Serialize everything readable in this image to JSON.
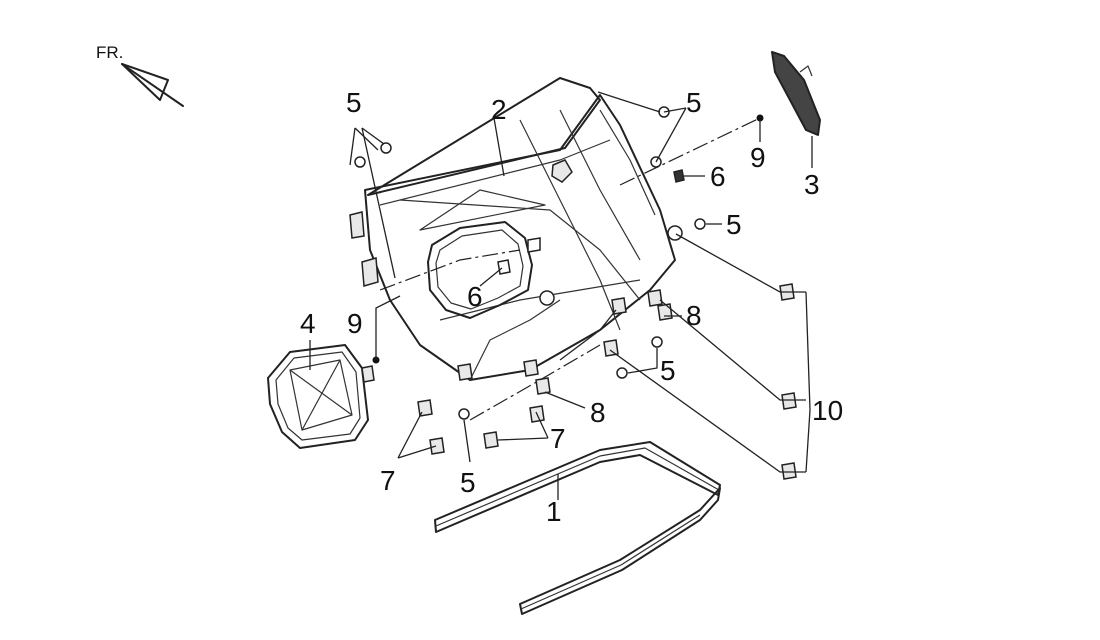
{
  "orientation": {
    "text": "FR."
  },
  "callouts": {
    "c1": "1",
    "c2": "2",
    "c3": "3",
    "c4": "4",
    "c5a": "5",
    "c5b": "5",
    "c5c": "5",
    "c5d": "5",
    "c5e": "5",
    "c6a": "6",
    "c6b": "6",
    "c7a": "7",
    "c7b": "7",
    "c8a": "8",
    "c8b": "8",
    "c9a": "9",
    "c9b": "9",
    "c10": "10"
  }
}
